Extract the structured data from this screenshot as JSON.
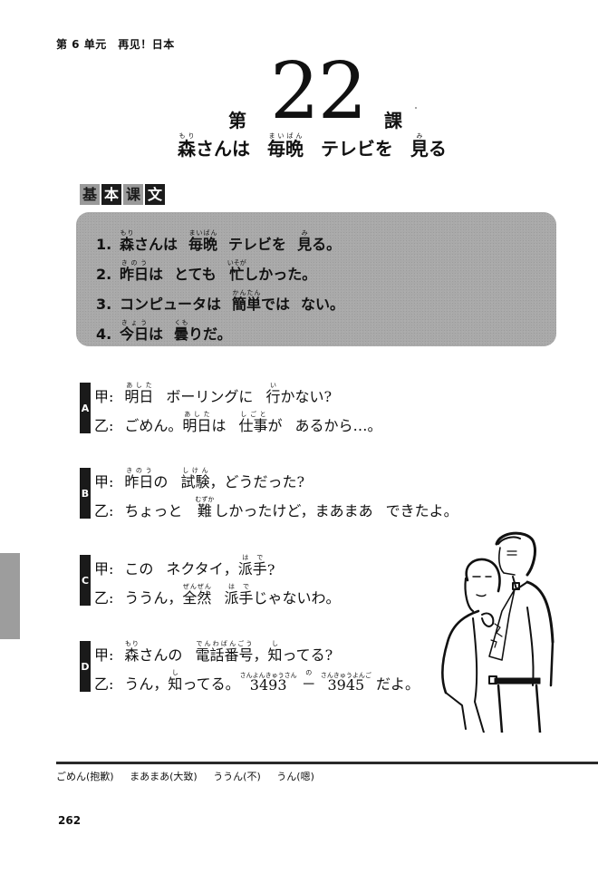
{
  "unit_header": "第 6 单元　再见！日本",
  "lesson": {
    "prefix": "第",
    "number": "22",
    "suffix": "課",
    "subtitle": [
      {
        "text": "森",
        "ruby": "もり",
        "rest": "さんは"
      },
      {
        "text": "毎晩",
        "ruby": "まいばん",
        "rest": ""
      },
      {
        "text": "",
        "ruby": "",
        "rest": "テレビを"
      },
      {
        "text": "見",
        "ruby": "み",
        "rest": "る"
      }
    ]
  },
  "basic_section": {
    "label_chars": [
      "基",
      "本",
      "课",
      "文"
    ],
    "sentences": [
      {
        "num": "1.",
        "parts": [
          {
            "kanji": "森",
            "ruby": "もり",
            "rest": "さんは"
          },
          {
            "kanji": "毎晩",
            "ruby": "まいばん",
            "rest": ""
          },
          {
            "kanji": "",
            "ruby": "",
            "rest": "テレビを"
          },
          {
            "kanji": "見",
            "ruby": "み",
            "rest": "る。"
          }
        ]
      },
      {
        "num": "2.",
        "parts": [
          {
            "kanji": "昨日",
            "ruby": "きのう",
            "rest": "は"
          },
          {
            "kanji": "",
            "ruby": "",
            "rest": "とても"
          },
          {
            "kanji": "忙",
            "ruby": "いそが",
            "rest": "しかった。"
          }
        ]
      },
      {
        "num": "3.",
        "parts": [
          {
            "kanji": "",
            "ruby": "",
            "rest": "コンピュータは"
          },
          {
            "kanji": "簡単",
            "ruby": "かんたん",
            "rest": "では"
          },
          {
            "kanji": "",
            "ruby": "",
            "rest": "ない。"
          }
        ]
      },
      {
        "num": "4.",
        "parts": [
          {
            "kanji": "今日",
            "ruby": "きょう",
            "rest": "は"
          },
          {
            "kanji": "曇",
            "ruby": "くも",
            "rest": "りだ。"
          }
        ]
      }
    ]
  },
  "dialogs": [
    {
      "tag": "A",
      "line1": {
        "speaker": "甲:",
        "parts": [
          {
            "kanji": "明日",
            "ruby": "あした",
            "rest": ""
          },
          {
            "kanji": "",
            "ruby": "",
            "rest": "ボーリングに"
          },
          {
            "kanji": "行",
            "ruby": "い",
            "rest": "かない?"
          }
        ]
      },
      "line2": {
        "speaker": "乙:",
        "parts": [
          {
            "kanji": "",
            "ruby": "",
            "rest": "ごめん。"
          },
          {
            "kanji": "明日",
            "ruby": "あした",
            "rest": "は"
          },
          {
            "kanji": "仕事",
            "ruby": "しごと",
            "rest": "が"
          },
          {
            "kanji": "",
            "ruby": "",
            "rest": "あるから…。"
          }
        ]
      }
    },
    {
      "tag": "B",
      "line1": {
        "speaker": "甲:",
        "parts": [
          {
            "kanji": "昨日",
            "ruby": "きのう",
            "rest": "の"
          },
          {
            "kanji": "試験",
            "ruby": "しけん",
            "rest": "，どうだった?"
          }
        ]
      },
      "line2": {
        "speaker": "乙:",
        "parts": [
          {
            "kanji": "",
            "ruby": "",
            "rest": "ちょっと"
          },
          {
            "kanji": "難",
            "ruby": "むずか",
            "rest": "しかったけど，まあまあ"
          },
          {
            "kanji": "",
            "ruby": "",
            "rest": "できたよ。"
          }
        ]
      }
    },
    {
      "tag": "C",
      "line1": {
        "speaker": "甲:",
        "parts": [
          {
            "kanji": "",
            "ruby": "",
            "rest": "この"
          },
          {
            "kanji": "",
            "ruby": "",
            "rest": "ネクタイ，"
          },
          {
            "kanji": "派手",
            "ruby": "はで",
            "rest": "?"
          }
        ]
      },
      "line2": {
        "speaker": "乙:",
        "parts": [
          {
            "kanji": "",
            "ruby": "",
            "rest": "ううん，"
          },
          {
            "kanji": "全然",
            "ruby": "ぜんぜん",
            "rest": ""
          },
          {
            "kanji": "派手",
            "ruby": "はで",
            "rest": "じゃないわ。"
          }
        ]
      }
    },
    {
      "tag": "D",
      "line1": {
        "speaker": "甲:",
        "parts": [
          {
            "kanji": "森",
            "ruby": "もり",
            "rest": "さんの"
          },
          {
            "kanji": "電話番号",
            "ruby": "でんわばんごう",
            "rest": "，"
          },
          {
            "kanji": "知",
            "ruby": "し",
            "rest": "ってる?"
          }
        ]
      },
      "line2": {
        "speaker": "乙:",
        "parts": [
          {
            "kanji": "",
            "ruby": "",
            "rest": "うん，"
          },
          {
            "kanji": "知",
            "ruby": "し",
            "rest": "ってる。"
          },
          {
            "kanji": "3493",
            "ruby": "さんよんきゅうさん",
            "rest": ""
          },
          {
            "kanji": "－",
            "ruby": "の",
            "rest": ""
          },
          {
            "kanji": "3945",
            "ruby": "さんきゅうよんご",
            "rest": "だよ。"
          }
        ]
      }
    }
  ],
  "vocab_notes": [
    "ごめん(抱歉)",
    "まあまあ(大致)",
    "ううん(不)",
    "うん(嗯)"
  ],
  "page_number": "262",
  "illustration": {
    "icon": "couple-illustration-icon",
    "description": "woman holding man's patterned necktie"
  },
  "colors": {
    "box_gray": "#a9a9a9",
    "tag_dark": "#1a1a1a",
    "side_tab": "#9d9d9d"
  }
}
